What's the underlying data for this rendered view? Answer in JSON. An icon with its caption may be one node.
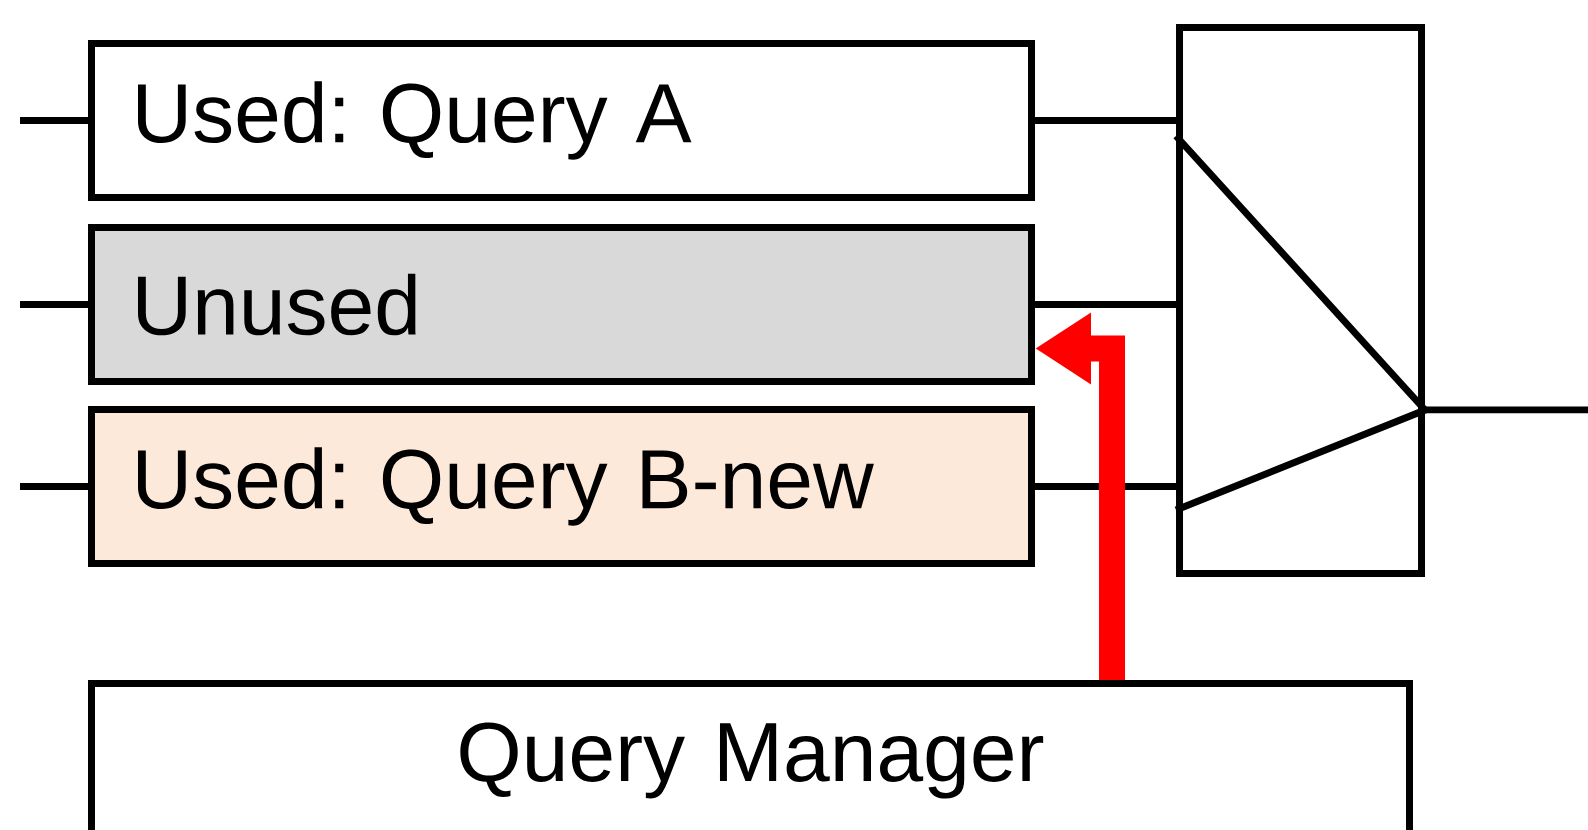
{
  "diagram": {
    "nodes": [
      {
        "text": [
          "Used: Query A"
        ]
      },
      {
        "text": [
          "Unused"
        ]
      },
      {
        "text": [
          "Used: Query B-new"
        ]
      },
      {
        "text": [],
        "shape": "box"
      },
      {
        "text": [
          "Query Manager"
        ]
      }
    ],
    "edges": [
      {
        "from": null,
        "to": 0,
        "arrow": "none"
      },
      {
        "from": null,
        "to": 1,
        "arrow": "none"
      },
      {
        "from": null,
        "to": 2,
        "arrow": "none"
      },
      {
        "from": 0,
        "to": 3,
        "arrow": "none"
      },
      {
        "from": 1,
        "to": 3,
        "arrow": "none"
      },
      {
        "from": 2,
        "to": 3,
        "arrow": "none"
      },
      {
        "from": 3,
        "to": null,
        "arrow": "none"
      },
      {
        "from": 4,
        "to": 1,
        "arrow": "to",
        "style": "thick",
        "color": "#ff0000"
      }
    ]
  }
}
